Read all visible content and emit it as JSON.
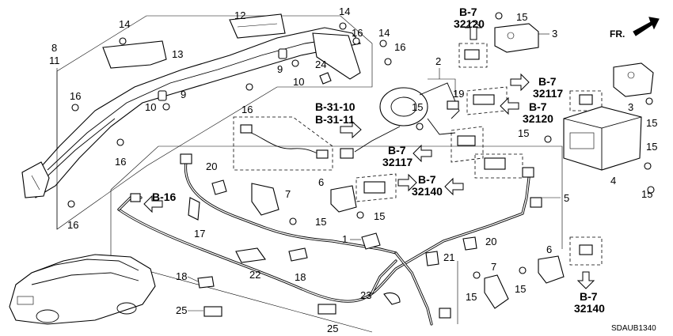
{
  "diagram": {
    "code": "SDAUB1340",
    "direction": "FR.",
    "callouts": {
      "c1": "1",
      "c2": "2",
      "c3a": "3",
      "c3b": "3",
      "c4": "4",
      "c5": "5",
      "c6a": "6",
      "c6b": "6",
      "c7a": "7",
      "c7b": "7",
      "c8": "8",
      "c9a": "9",
      "c9b": "9",
      "c10a": "10",
      "c10b": "10",
      "c11": "11",
      "c12": "12",
      "c13": "13",
      "c14a": "14",
      "c14b": "14",
      "c14c": "14",
      "c15a": "15",
      "c15b": "15",
      "c15c": "15",
      "c15d": "15",
      "c15e": "15",
      "c15f": "15",
      "c15g": "15",
      "c15h": "15",
      "c15i": "15",
      "c15j": "15",
      "c16a": "16",
      "c16b": "16",
      "c16c": "16",
      "c16d": "16",
      "c16e": "16",
      "c16f": "16",
      "c17": "17",
      "c18a": "18",
      "c18b": "18",
      "c19": "19",
      "c20a": "20",
      "c20b": "20",
      "c21": "21",
      "c22": "22",
      "c23": "23",
      "c24": "24",
      "c25a": "25",
      "c25b": "25"
    },
    "refs": {
      "r1a": "B-7",
      "r1b": "32120",
      "r2a": "B-7",
      "r2b": "32117",
      "r3a": "B-7",
      "r3b": "32120",
      "r4a": "B-31-10",
      "r4b": "B-31-11",
      "r5a": "B-7",
      "r5b": "32117",
      "r6a": "B-7",
      "r6b": "32140",
      "r7": "B-16",
      "r8a": "B-7",
      "r8b": "32140"
    }
  }
}
